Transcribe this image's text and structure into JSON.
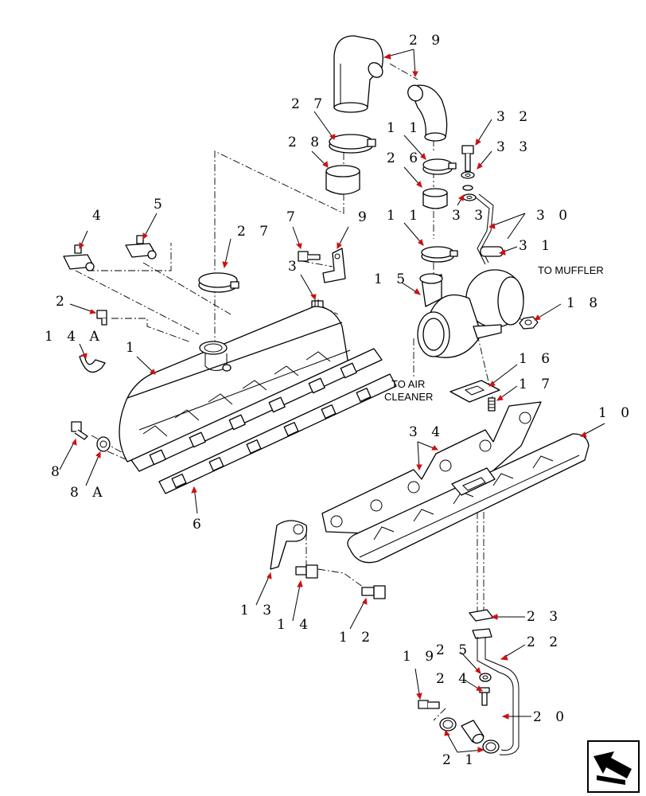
{
  "notes": {
    "muffler": "TO MUFFLER",
    "air_line1": "TO AIR",
    "air_line2": "CLEANER"
  },
  "callouts": {
    "c1": "1",
    "c2": "2",
    "c3": "3",
    "c4": "4",
    "c5": "5",
    "c6": "6",
    "c7": "7",
    "c8": "8",
    "c8a": "8 A",
    "c9": "9",
    "c10": "1 0",
    "c11a": "1 1",
    "c11b": "1 1",
    "c12": "1 2",
    "c13": "1 3",
    "c14": "1 4",
    "c14a": "1 4 A",
    "c15": "1 5",
    "c16": "1 6",
    "c17": "1 7",
    "c18": "1 8",
    "c19": "1 9",
    "c20": "2 0",
    "c21": "2 1",
    "c22": "2 2",
    "c23": "2 3",
    "c24": "2 4",
    "c25": "2 5",
    "c26": "2 6",
    "c27a": "2 7",
    "c27b": "2 7",
    "c28": "2 8",
    "c29": "2 9",
    "c30": "3 0",
    "c31": "3 1",
    "c32": "3 2",
    "c33a": "3 3",
    "c33b": "3 3",
    "c34": "3 4"
  },
  "colors": {
    "arrow": "#cc1111",
    "line": "#000000"
  },
  "nav_icon": "next-page-arrow-icon"
}
